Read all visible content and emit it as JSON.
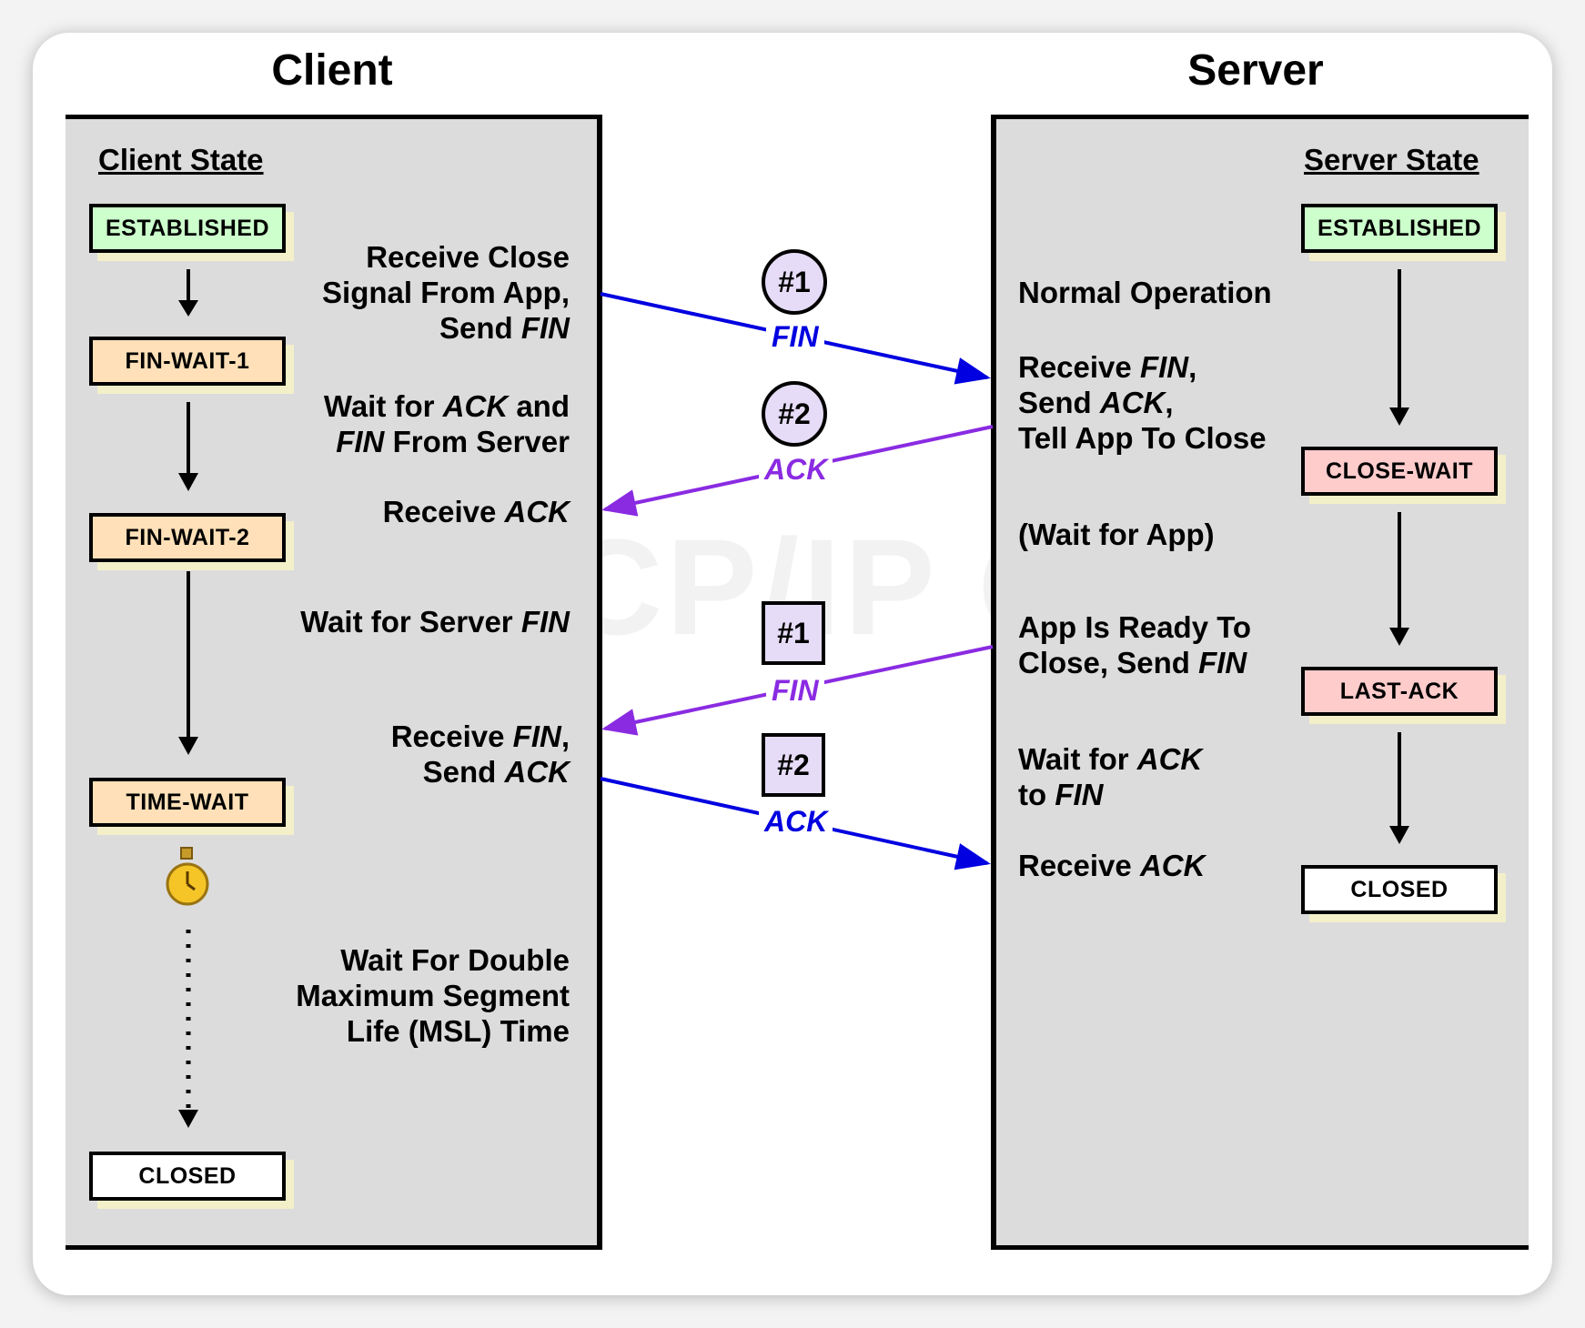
{
  "headings": {
    "client": "Client",
    "server": "Server"
  },
  "client": {
    "state_title": "Client State",
    "states": [
      "ESTABLISHED",
      "FIN-WAIT-1",
      "FIN-WAIT-2",
      "TIME-WAIT",
      "CLOSED"
    ],
    "steps": {
      "close_signal": [
        "Receive Close",
        "Signal From App,",
        "Send",
        "FIN"
      ],
      "wait_ack_fin": [
        "Wait for",
        "ACK",
        "and",
        "FIN",
        "From Server"
      ],
      "receive_ack": [
        "Receive",
        "ACK"
      ],
      "wait_server_fin": [
        "Wait for Server",
        "FIN"
      ],
      "receive_fin_send_ack": [
        "Receive",
        "FIN",
        ",",
        "Send",
        "ACK"
      ],
      "wait_msl": [
        "Wait For Double",
        "Maximum Segment",
        "Life (MSL) Time"
      ]
    },
    "timer_icon": "stopwatch-icon"
  },
  "server": {
    "state_title": "Server State",
    "states": [
      "ESTABLISHED",
      "CLOSE-WAIT",
      "LAST-ACK",
      "CLOSED"
    ],
    "steps": {
      "normal_operation": "Normal Operation",
      "receive_fin": [
        "Receive",
        "FIN",
        ",",
        "Send",
        "ACK",
        ",",
        "Tell App To Close"
      ],
      "wait_for_app": "(Wait for App)",
      "app_ready": [
        "App Is Ready To",
        "Close, Send",
        "FIN"
      ],
      "wait_ack_to_fin": [
        "Wait for",
        "ACK",
        "to",
        "FIN"
      ],
      "receive_ack": [
        "Receive",
        "ACK"
      ]
    }
  },
  "segments": [
    {
      "badge": "#1",
      "label": "FIN",
      "direction": "client-to-server",
      "badge_shape": "circle",
      "color": "#0000e0"
    },
    {
      "badge": "#2",
      "label": "ACK",
      "direction": "server-to-client",
      "badge_shape": "circle",
      "color": "#8a2be2"
    },
    {
      "badge": "#1",
      "label": "FIN",
      "direction": "server-to-client",
      "badge_shape": "square",
      "color": "#8a2be2"
    },
    {
      "badge": "#2",
      "label": "ACK",
      "direction": "client-to-server",
      "badge_shape": "square",
      "color": "#0000e0"
    }
  ],
  "state_colors": {
    "established": "#ccffcc",
    "fin_wait": "#ffe0b8",
    "close_wait": "#ffcccc",
    "closed": "#ffffff"
  },
  "watermark": "The TCP/IP Guide"
}
